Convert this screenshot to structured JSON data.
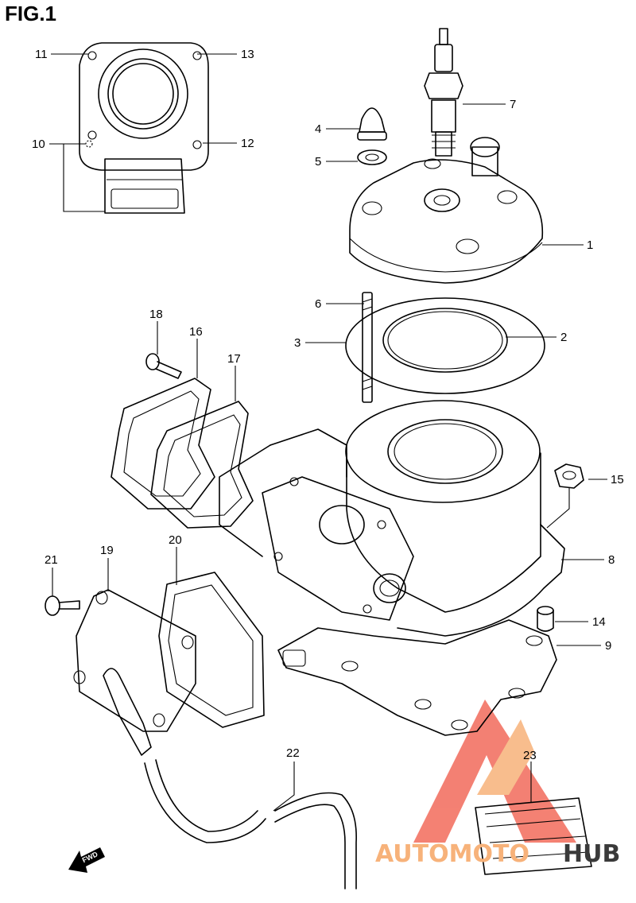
{
  "figure": {
    "title": "FIG.1"
  },
  "callouts": [
    {
      "id": "c1",
      "text": "1"
    },
    {
      "id": "c2",
      "text": "2"
    },
    {
      "id": "c3",
      "text": "3"
    },
    {
      "id": "c4",
      "text": "4"
    },
    {
      "id": "c5",
      "text": "5"
    },
    {
      "id": "c6",
      "text": "6"
    },
    {
      "id": "c7",
      "text": "7"
    },
    {
      "id": "c8",
      "text": "8"
    },
    {
      "id": "c9",
      "text": "9"
    },
    {
      "id": "c10",
      "text": "10"
    },
    {
      "id": "c11",
      "text": "11"
    },
    {
      "id": "c12",
      "text": "12"
    },
    {
      "id": "c13",
      "text": "13"
    },
    {
      "id": "c14",
      "text": "14"
    },
    {
      "id": "c15",
      "text": "15"
    },
    {
      "id": "c16",
      "text": "16"
    },
    {
      "id": "c17",
      "text": "17"
    },
    {
      "id": "c18",
      "text": "18"
    },
    {
      "id": "c19",
      "text": "19"
    },
    {
      "id": "c20",
      "text": "20"
    },
    {
      "id": "c21",
      "text": "21"
    },
    {
      "id": "c22",
      "text": "22"
    },
    {
      "id": "c23",
      "text": "23"
    }
  ],
  "arrow": {
    "label": "FWD"
  },
  "watermark": {
    "part1": "AUTOMOTO",
    "part2": "HUB",
    "color_primary": "#f26b5b",
    "color_accent": "#f7b27a",
    "color_dark": "#3a3a3a"
  }
}
